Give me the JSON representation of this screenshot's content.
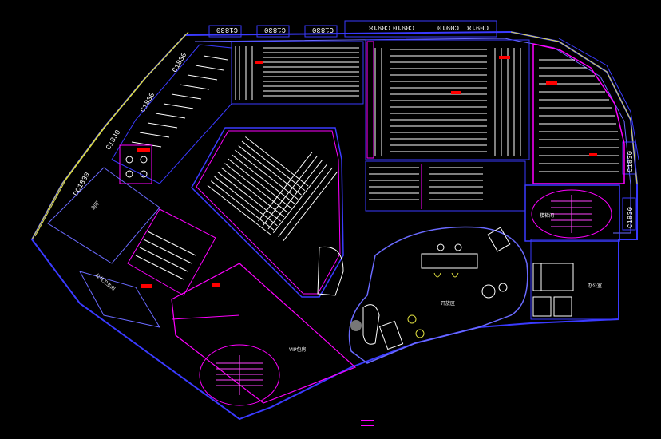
{
  "plan": {
    "window_labels_top": [
      "C1830",
      "C1830",
      "C1830",
      "C0918",
      "C0910",
      "C0910",
      "C0918"
    ],
    "window_labels_left": [
      "C1830",
      "C1830",
      "C1830",
      "DC1830"
    ],
    "window_labels_right": [
      "C1830",
      "C1830"
    ],
    "room_labels": [
      "前厅",
      "公共卫生间",
      "VIP包房",
      "开放区",
      "楼梯间",
      "办公室"
    ]
  },
  "colors": {
    "background": "#000000",
    "wall": "#3a3aff",
    "inner_wall": "#6a6aff",
    "furniture": "#ffffff",
    "accent": "#ff00ff",
    "marker": "#ff0000",
    "window_frame": "#e0e040"
  }
}
